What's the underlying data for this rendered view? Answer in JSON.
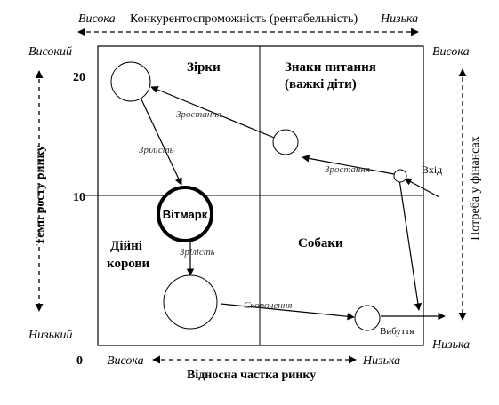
{
  "top_axis": {
    "left": "Висока",
    "title": "Конкурентоспроможність (рентабельність)",
    "right": "Низька"
  },
  "left_axis": {
    "top": "Високий",
    "title": "Темп росту ринку",
    "bottom": "Низький",
    "ticks": [
      "20",
      "10",
      "0"
    ]
  },
  "right_axis": {
    "top": "Висока",
    "title": "Потреба у фінансах",
    "bottom": "Низька"
  },
  "bottom_axis": {
    "left": "Висока",
    "title": "Відносна частка ринку",
    "right": "Низька"
  },
  "quadrants": {
    "stars": "Зірки",
    "question_line1": "Знаки питання",
    "question_line2": "(важкі діти)",
    "cows_line1": "Дійні",
    "cows_line2": "корови",
    "dogs": "Собаки"
  },
  "highlight": "Вітмарк",
  "arrow_labels": {
    "growth_1": "Зростання",
    "growth_2": "Зростання",
    "maturity_1": "Зрілість",
    "maturity_2": "Зрілість",
    "decline": "Скорочення",
    "entry": "Вхід",
    "exit": "Вибуття"
  },
  "colors": {
    "line": "#000000",
    "label": "#333333",
    "background": "#ffffff"
  }
}
